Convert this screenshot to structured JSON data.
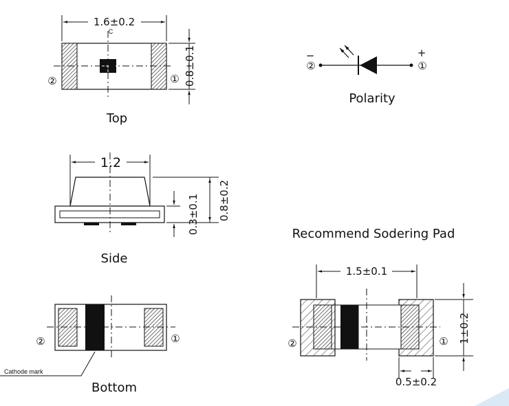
{
  "top": {
    "label": "Top",
    "width_dim": "1.6±0.2",
    "height_dim": "0.8±0.1",
    "centerline_mark": "C",
    "pin_left": "②",
    "pin_right": "①"
  },
  "polarity": {
    "label": "Polarity",
    "minus": "−",
    "plus": "+",
    "pin_left": "②",
    "pin_right": "①"
  },
  "side": {
    "label": "Side",
    "width_dim": "1.2",
    "height_dim": "0.8±0.2",
    "base_dim": "0.3±0.1"
  },
  "pad": {
    "label": "Recommend Sodering Pad",
    "width_dim": "1.5±0.1",
    "height_dim": "1±0.2",
    "pad_dim": "0.5±0.2",
    "pin_left": "②",
    "pin_right": "①"
  },
  "bottom": {
    "label": "Bottom",
    "cathode_mark": "Cathode mark",
    "pin_left": "②",
    "pin_right": "①"
  }
}
